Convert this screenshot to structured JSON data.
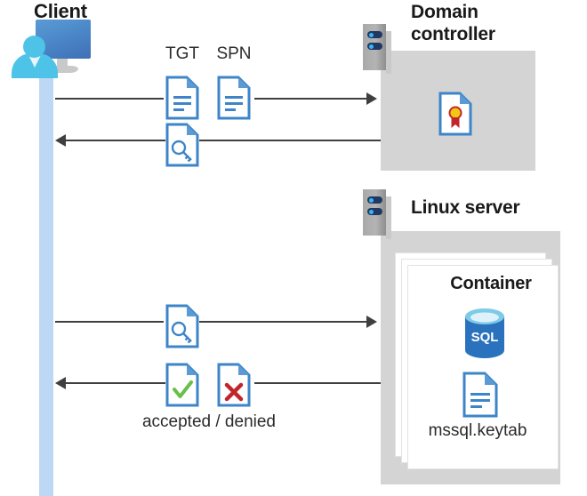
{
  "diagram": {
    "title": "Kerberos authentication flow between client, domain controller and Linux server container",
    "type": "sequence-diagram"
  },
  "actors": {
    "client": {
      "label": "Client",
      "icon": "client-workstation-icon"
    },
    "domain_controller": {
      "label": "Domain\ncontroller",
      "label_line1": "Domain",
      "label_line2": "controller",
      "icon": "server-rack-icon",
      "contents": [
        {
          "name": "certificate-document-icon",
          "label": ""
        }
      ]
    },
    "linux_server": {
      "label": "Linux server",
      "icon": "server-rack-icon",
      "container": {
        "label": "Container",
        "items": [
          {
            "name": "sql-database-icon",
            "label": "SQL"
          },
          {
            "name": "keytab-document-icon",
            "label": "mssql.keytab"
          }
        ]
      }
    }
  },
  "messages": [
    {
      "id": "request-tgt-spn",
      "direction": "right",
      "from": "client",
      "to": "domain_controller",
      "icons": [
        {
          "name": "tgt-document-icon",
          "label": "TGT"
        },
        {
          "name": "spn-document-icon",
          "label": "SPN"
        }
      ],
      "caption": ""
    },
    {
      "id": "issue-service-ticket",
      "direction": "left",
      "from": "domain_controller",
      "to": "client",
      "icons": [
        {
          "name": "key-document-icon",
          "label": ""
        }
      ],
      "caption": ""
    },
    {
      "id": "present-service-ticket",
      "direction": "right",
      "from": "client",
      "to": "linux_server",
      "icons": [
        {
          "name": "key-document-icon",
          "label": ""
        }
      ],
      "caption": ""
    },
    {
      "id": "auth-result",
      "direction": "left",
      "from": "linux_server",
      "to": "client",
      "icons": [
        {
          "name": "accepted-document-icon",
          "label": ""
        },
        {
          "name": "denied-document-icon",
          "label": ""
        }
      ],
      "caption": "accepted / denied"
    }
  ],
  "labels": {
    "tgt": "TGT",
    "spn": "SPN",
    "accepted_denied": "accepted / denied",
    "mssql_keytab": "mssql.keytab",
    "sql": "SQL",
    "container": "Container",
    "client": "Client",
    "domain_line1": "Domain",
    "domain_line2": "controller",
    "linux_server": "Linux server"
  },
  "colors": {
    "lifeline": "#bcd8f5",
    "gray_box": "#d4d4d4",
    "doc_blue": "#3d85c8",
    "doc_fold_blue": "#5b9bd5",
    "accent_cyan": "#4ec3e8",
    "line": "#3f3f3f",
    "text": "#2b2b2b",
    "title": "#1a1a1a",
    "check_green": "#6abf4b",
    "cross_red": "#c0272d",
    "cert_gold": "#f2c811",
    "cert_ribbon_red": "#c0272d",
    "sql_blue": "#2a72bd",
    "rack_navy": "#203864",
    "rack_led": "#38b6f0"
  }
}
